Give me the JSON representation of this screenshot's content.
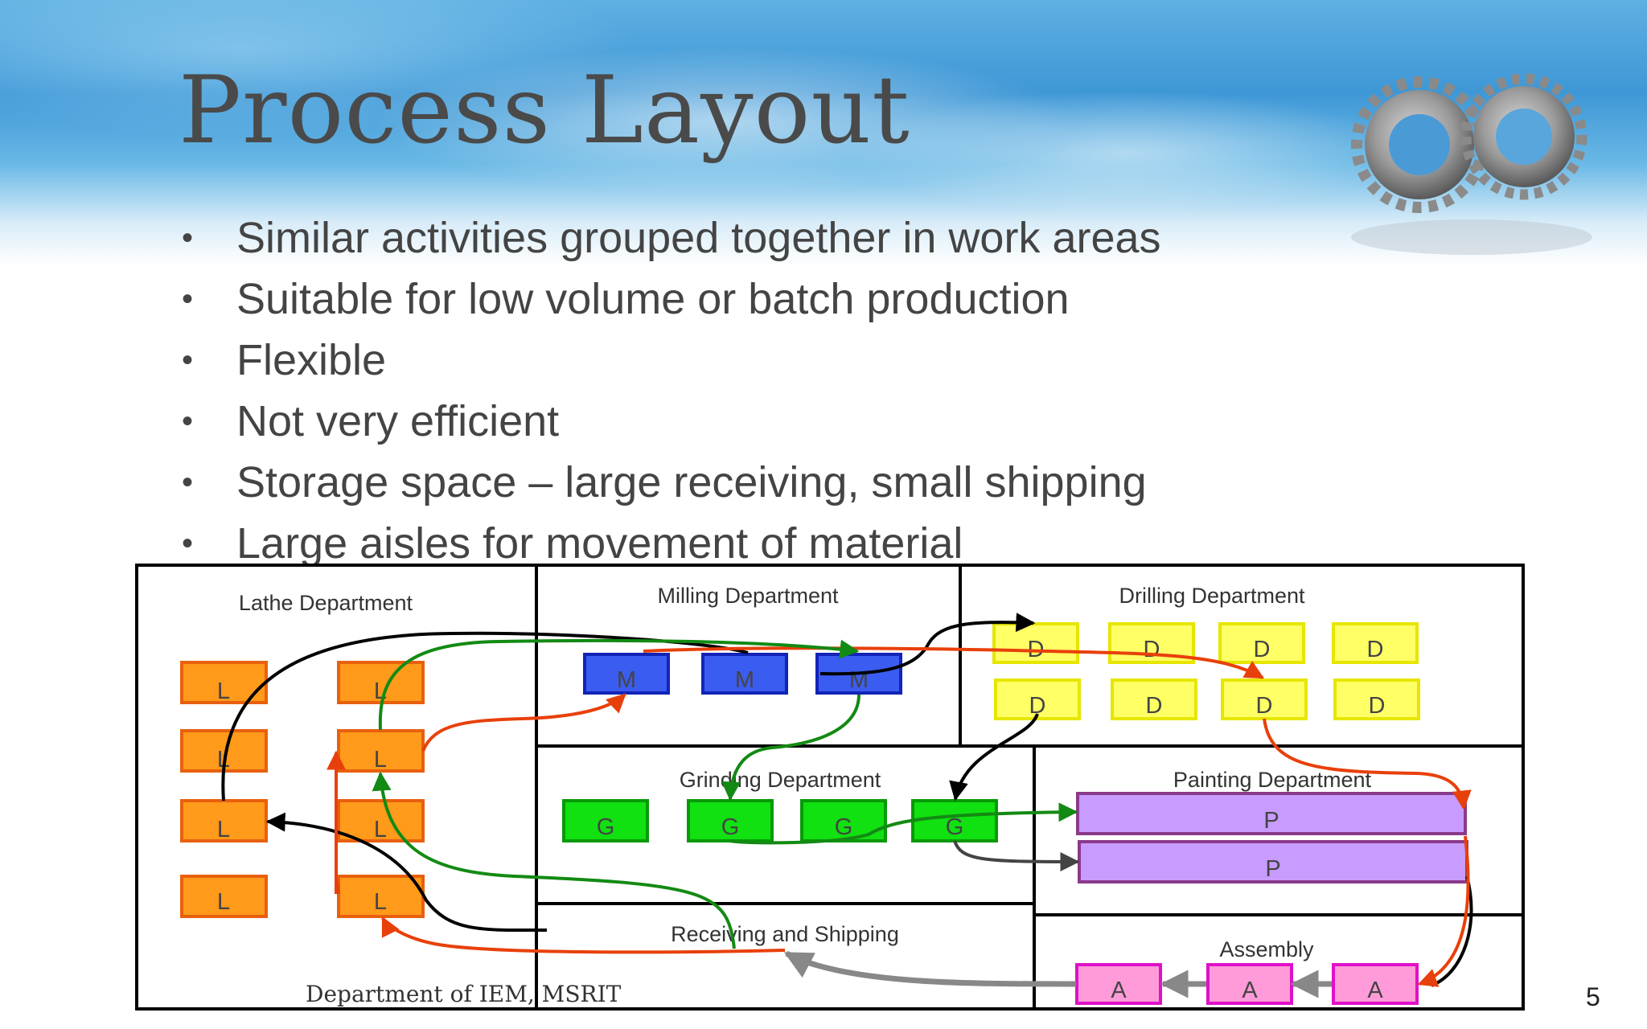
{
  "slide": {
    "title": "Process Layout",
    "bullets": [
      "Similar activities grouped together in work areas",
      "Suitable for low volume or batch production",
      "Flexible",
      "Not very efficient",
      "Storage space – large receiving, small shipping",
      "Large aisles for movement of material"
    ],
    "footer": "Department of IEM, MSRIT",
    "page_number": "5"
  },
  "diagram": {
    "departments": {
      "lathe": "Lathe Department",
      "milling": "Milling Department",
      "drilling": "Drilling Department",
      "grinding": "Grinding Department",
      "painting": "Painting Department",
      "receiving": "Receiving and Shipping",
      "assembly": "Assembly"
    },
    "machines": {
      "lathe": "L",
      "milling": "M",
      "drilling": "D",
      "grinding": "G",
      "painting": "P",
      "assembly": "A"
    },
    "colors": {
      "lathe_fill": "#ff9a1a",
      "lathe_stroke": "#e8600e",
      "milling_fill": "#3b5cf0",
      "milling_stroke": "#1224b8",
      "drilling_fill": "#ffff66",
      "drilling_stroke": "#e6e600",
      "grinding_fill": "#11e011",
      "grinding_stroke": "#089a08",
      "painting_fill": "#c89bff",
      "painting_stroke": "#8a3a8a",
      "assembly_fill": "#ff9bd8",
      "assembly_stroke": "#e010c8",
      "flow_black": "#000000",
      "flow_red": "#e8400a",
      "flow_green": "#138a13",
      "flow_gray": "#888888"
    }
  }
}
